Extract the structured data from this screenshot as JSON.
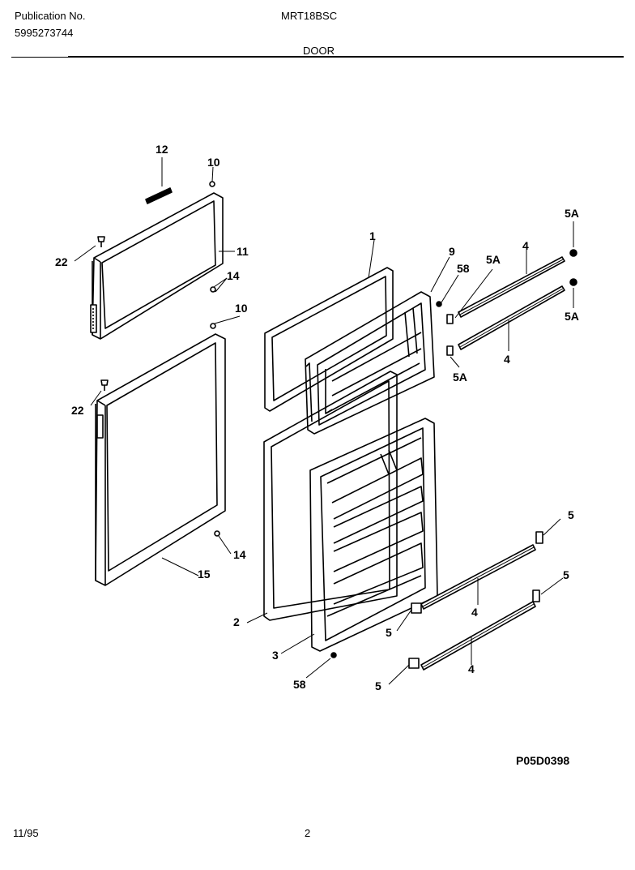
{
  "header": {
    "publication_label": "Publication No.",
    "publication_number": "5995273744",
    "model": "MRT18BSC",
    "section": "DOOR"
  },
  "diagram": {
    "code": "P05D0398",
    "callouts": [
      "12",
      "10",
      "22",
      "11",
      "14",
      "10",
      "22",
      "14",
      "15",
      "1",
      "9",
      "58",
      "5A",
      "4",
      "5A",
      "5A",
      "4",
      "5A",
      "2",
      "3",
      "58",
      "5",
      "4",
      "5",
      "5",
      "4",
      "5"
    ]
  },
  "footer": {
    "date": "11/95",
    "page": "2"
  }
}
